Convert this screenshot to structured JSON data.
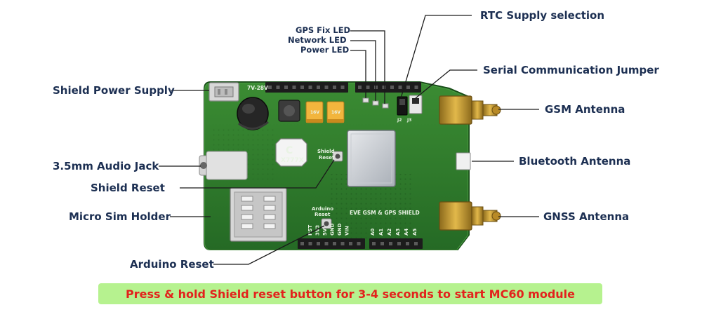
{
  "labels": {
    "shield_power_supply": "Shield Power Supply",
    "audio_jack": "3.5mm Audio Jack",
    "shield_reset": "Shield Reset",
    "micro_sim_holder": "Micro Sim Holder",
    "arduino_reset": "Arduino Reset",
    "gps_fix_led": "GPS Fix LED",
    "network_led": "Network LED",
    "power_led": "Power LED",
    "rtc_supply_selection": "RTC Supply selection",
    "serial_comm_jumper": "Serial Communication Jumper",
    "gsm_antenna": "GSM Antenna",
    "bluetooth_antenna": "Bluetooth Antenna",
    "gnss_antenna": "GNSS Antenna"
  },
  "board": {
    "title": "EVE GSM & GPS SHIELD",
    "voltage": "7V-28V",
    "module_letter": "C",
    "module_code": "X777X",
    "shield_reset_silk": [
      "Shield",
      "Reset"
    ],
    "arduino_reset_silk": [
      "Arduino",
      "Reset"
    ],
    "power_pins": [
      "RST",
      "3V3",
      "5V",
      "GND",
      "GND",
      "VIN"
    ],
    "analog_pins": [
      "A0",
      "A1",
      "A2",
      "A3",
      "A4",
      "A5"
    ],
    "jumper_marks": [
      "J2",
      "J3"
    ],
    "cap_marks": [
      "16V",
      "16V"
    ]
  },
  "banner": {
    "text": "Press & hold Shield reset button for 3-4 seconds to start MC60 module"
  },
  "colors": {
    "pcb": "#2f7a2c",
    "label": "#1c2f52",
    "banner_bg": "#b6f28f",
    "banner_text": "#e3221c",
    "gold": "#c99a2e"
  }
}
